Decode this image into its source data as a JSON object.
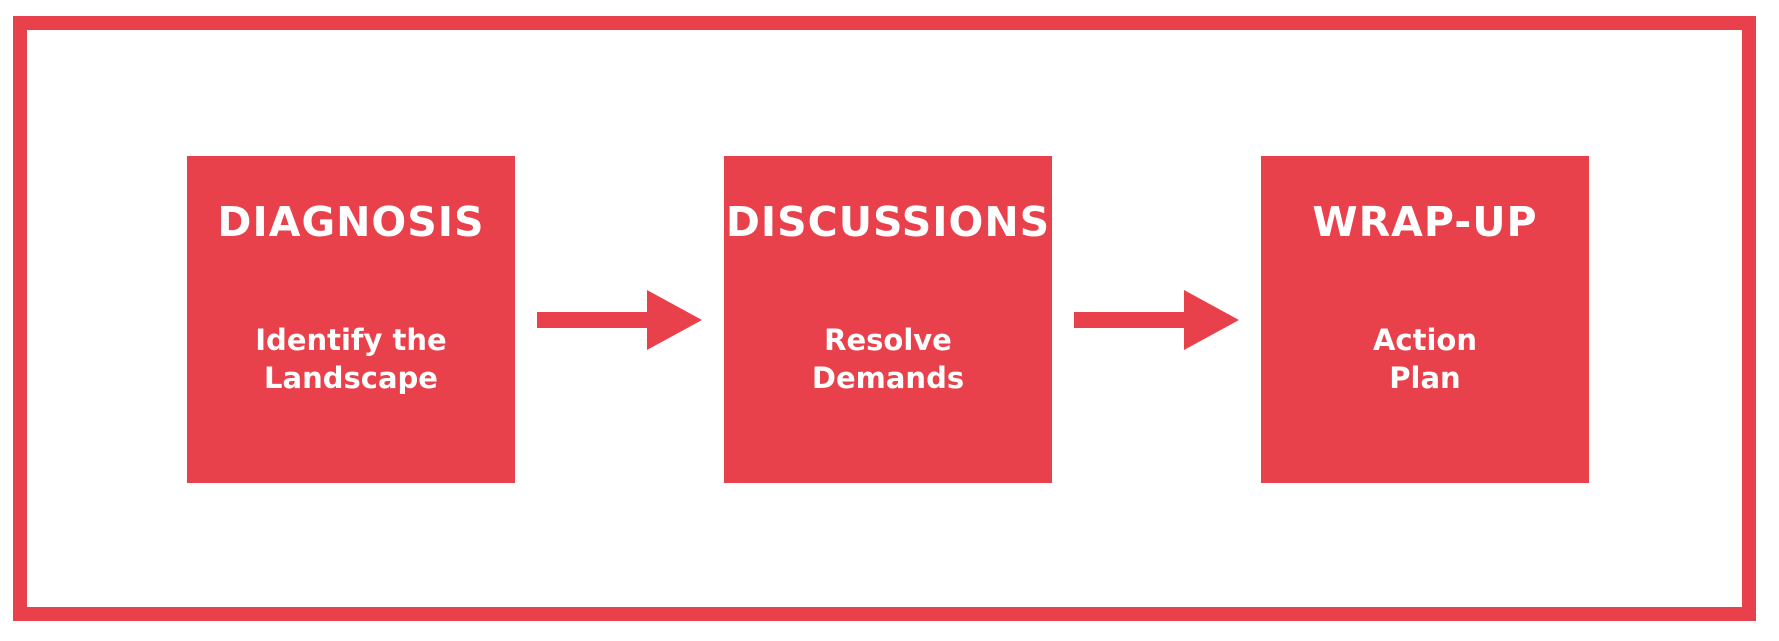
{
  "colors": {
    "accent": "#e8414b",
    "text_on_accent": "#ffffff",
    "background": "#ffffff"
  },
  "steps": [
    {
      "title": "DIAGNOSIS",
      "subtitle_lines": [
        "Identify the",
        "Landscape"
      ]
    },
    {
      "title": "DISCUSSIONS",
      "subtitle_lines": [
        "Resolve",
        "Demands"
      ]
    },
    {
      "title": "WRAP-UP",
      "subtitle_lines": [
        "Action",
        "Plan"
      ]
    }
  ],
  "connectors": [
    {
      "from": "DIAGNOSIS",
      "to": "DISCUSSIONS",
      "icon": "arrow-right-icon"
    },
    {
      "from": "DISCUSSIONS",
      "to": "WRAP-UP",
      "icon": "arrow-right-icon"
    }
  ]
}
